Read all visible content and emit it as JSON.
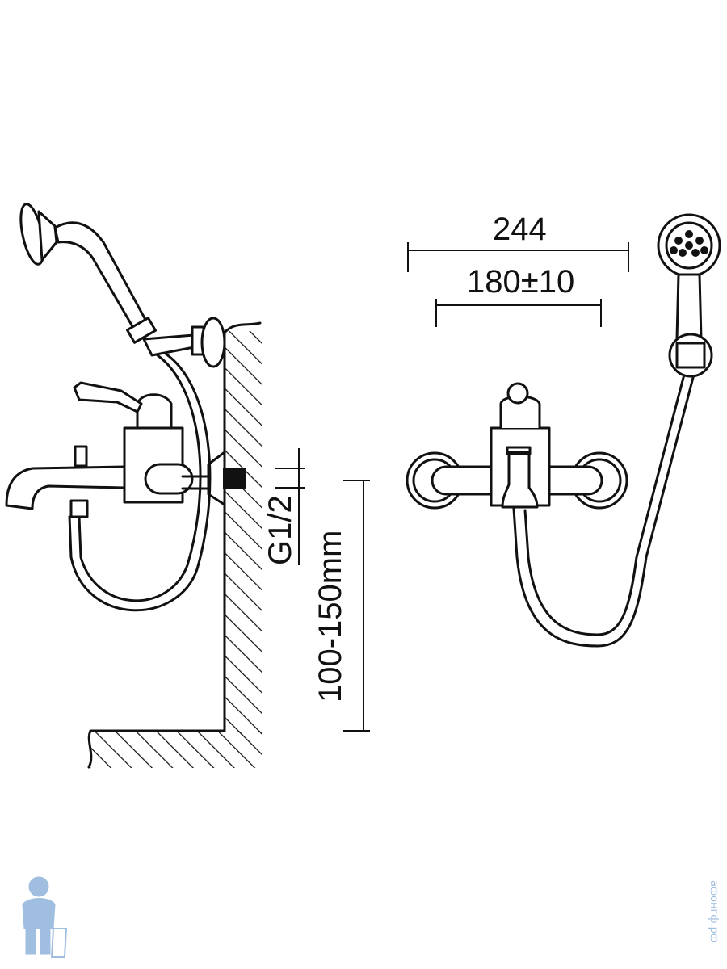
{
  "dimensions": {
    "overall_width": "244",
    "centre_distance": "180±10",
    "inlet_thread": "G1/2",
    "height_above_floor": "100-150mm"
  },
  "watermark": {
    "text": "афонгф.рф",
    "color": "#7fa9d6",
    "logo_icon": "plumber-mascot-icon"
  }
}
